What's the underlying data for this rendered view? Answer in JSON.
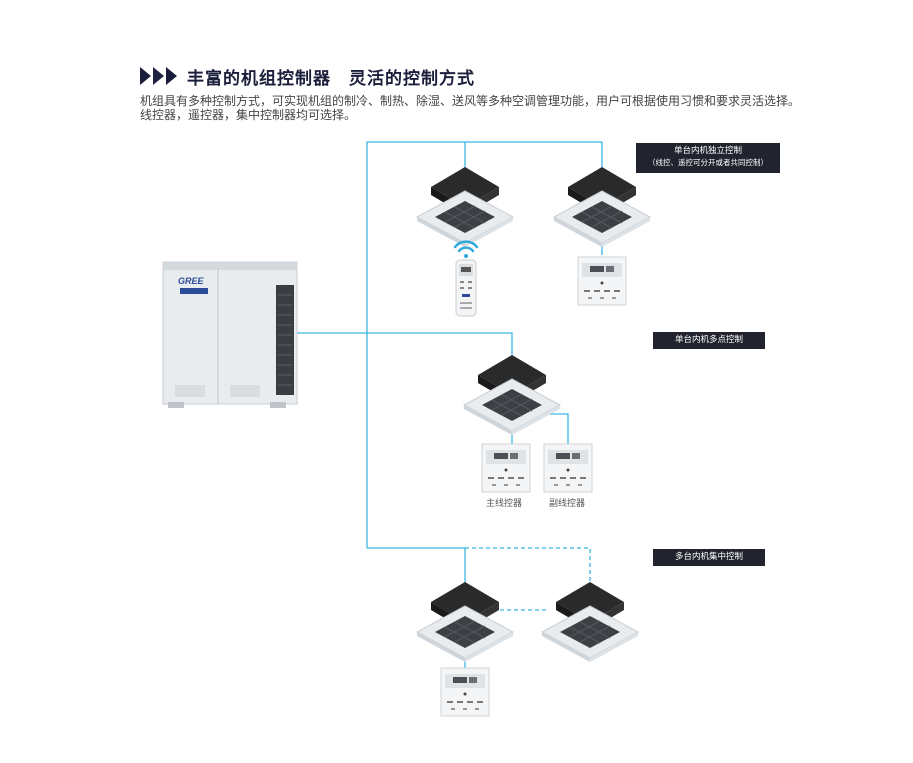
{
  "heading": {
    "title": "丰富的机组控制器　灵活的控制方式",
    "description_line1": "机组具有多种控制方式，可实现机组的制冷、制热、除湿、送风等多种空调管理功能，用户可根据使用习惯和要求灵活选择。",
    "description_line2": "线控器，遥控器，集中控制器均可选择。"
  },
  "labels": {
    "independent_line1": "单台内机独立控制",
    "independent_line2": "（线控、遥控可分开或者共同控制）",
    "multipoint": "单台内机多点控制",
    "centralized": "多台内机集中控制"
  },
  "captions": {
    "main_controller": "主线控器",
    "sub_controller": "副线控器"
  },
  "outdoor_unit": {
    "brand": "GREE"
  },
  "colors": {
    "line": "#3ab7e0",
    "label_bg": "#21242f",
    "title": "#1b1f3b"
  }
}
